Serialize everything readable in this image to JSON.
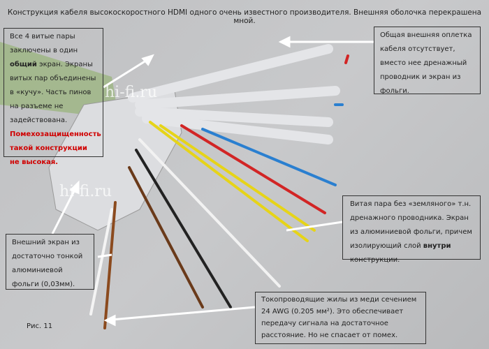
{
  "title": "Конструкция кабеля высокоскоростного HDMI одного очень известного производителя. Внешняя оболочка перекрашена мной.",
  "watermark": "hi-fi.ru",
  "caption": "Рис. 11",
  "annotations": {
    "shared_shield": {
      "p1": "Все 4 витые пары заключены в один ",
      "bold": "общий",
      "p2": " экран. Экраны витых пар объединены в «кучу». Часть пинов на разъеме не задействована. ",
      "red": "Помехозащищенность такой конструкции не высокая."
    },
    "no_braid": "Общая внешняя оплетка кабеля отсутствует, вместо нее дренажный проводник и экран из фольги.",
    "twisted_pair": {
      "p1": "Витая пара без «земляного» т.н. дренажного проводника. Экран из алюминиевой фольги, причем изолирующий слой ",
      "bold": "внутри",
      "p2": " конструкции."
    },
    "outer_shield": "Внешний экран из достаточно тонкой алюминиевой фольги (0,03мм).",
    "conductors": "Токопроводящие жилы из меди сечением 24 AWG (0.205 мм²). Это обеспечивает передачу сигнала на достаточное расстояние. Но не спасает от помех."
  }
}
